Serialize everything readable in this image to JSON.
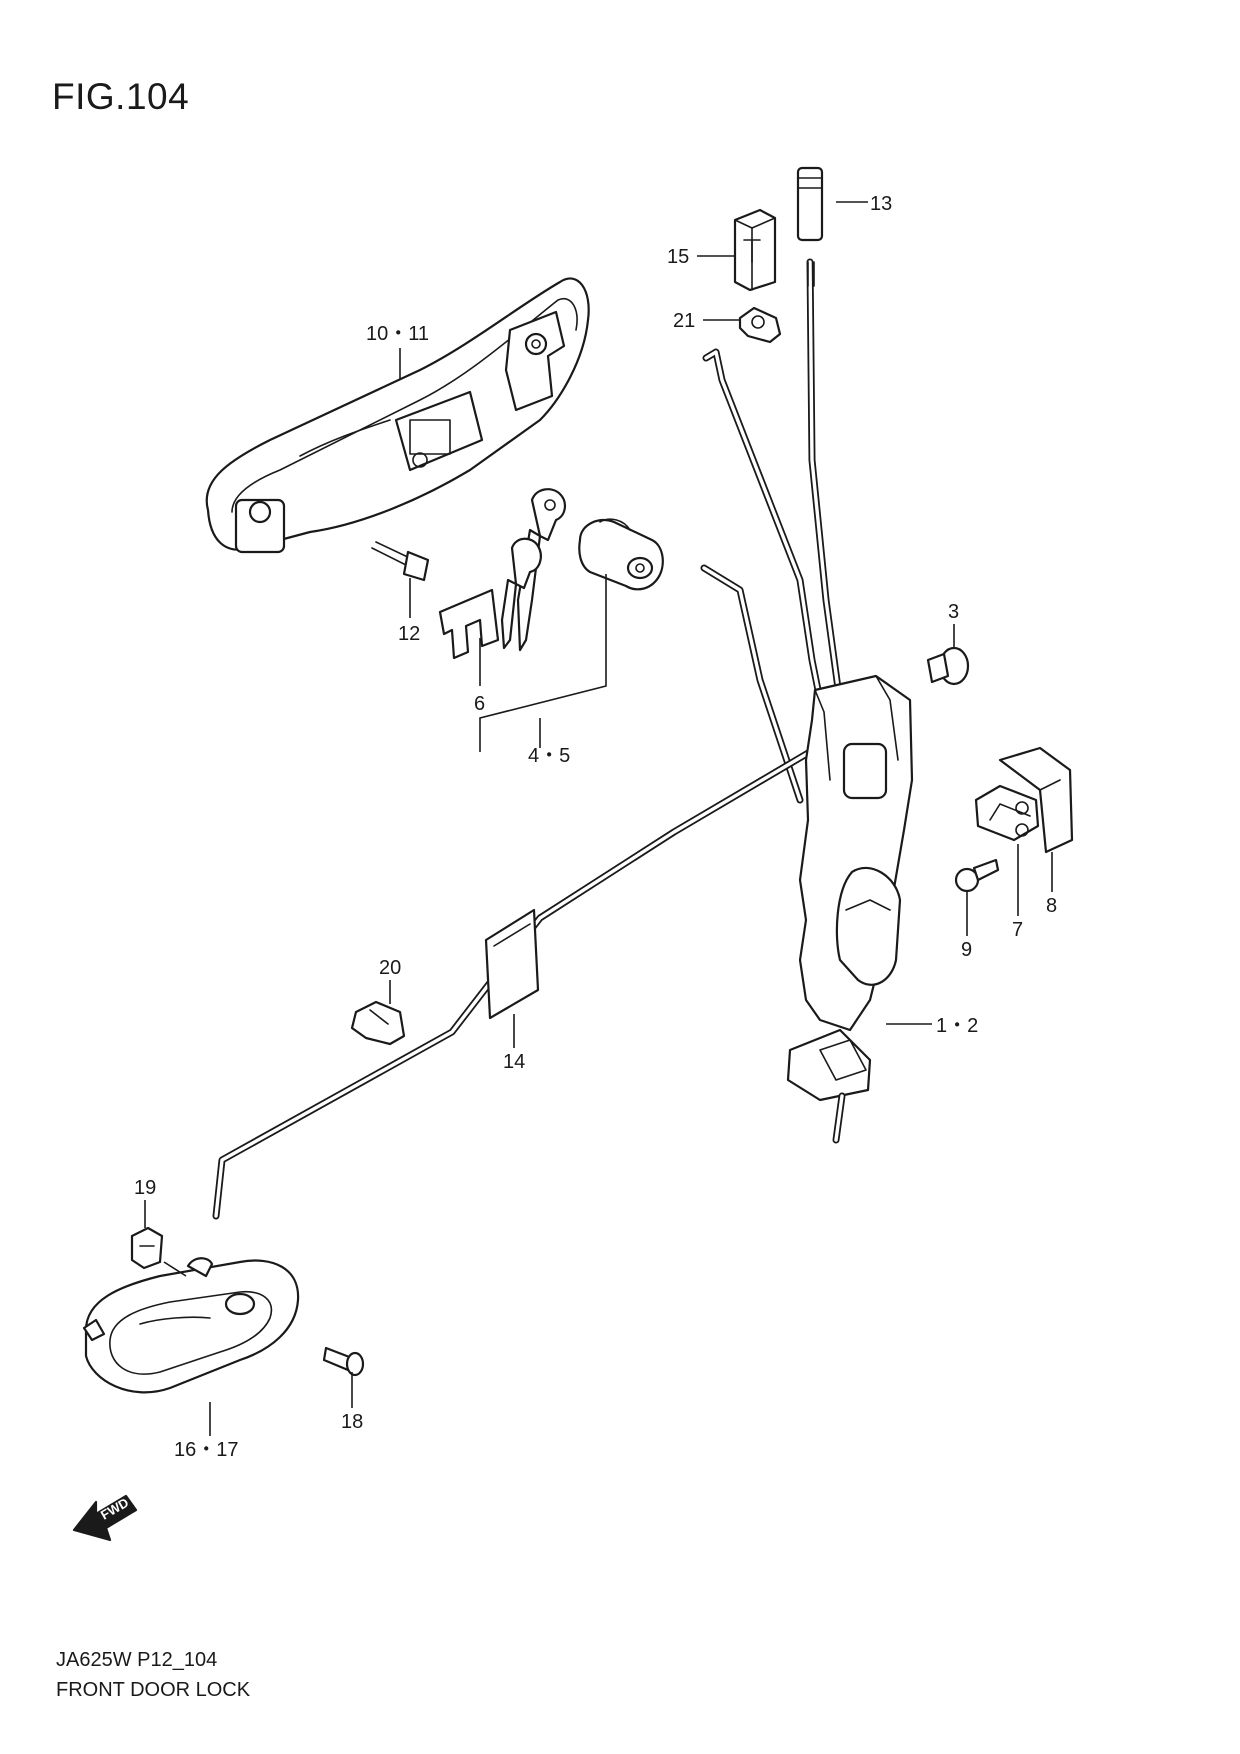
{
  "figure": {
    "title": "FIG.104"
  },
  "callouts": {
    "c1_2": "1・2",
    "c3": "3",
    "c4_5": "4・5",
    "c6": "6",
    "c7": "7",
    "c8": "8",
    "c9": "9",
    "c10_11": "10・11",
    "c12": "12",
    "c13": "13",
    "c14": "14",
    "c15": "15",
    "c16_17": "16・17",
    "c18": "18",
    "c19": "19",
    "c20": "20",
    "c21": "21"
  },
  "fwd_arrow": {
    "label": "FWD"
  },
  "footer": {
    "code": "JA625W P12_104",
    "caption": "FRONT DOOR LOCK"
  },
  "colors": {
    "line": "#1a1a1a",
    "background": "#ffffff"
  }
}
